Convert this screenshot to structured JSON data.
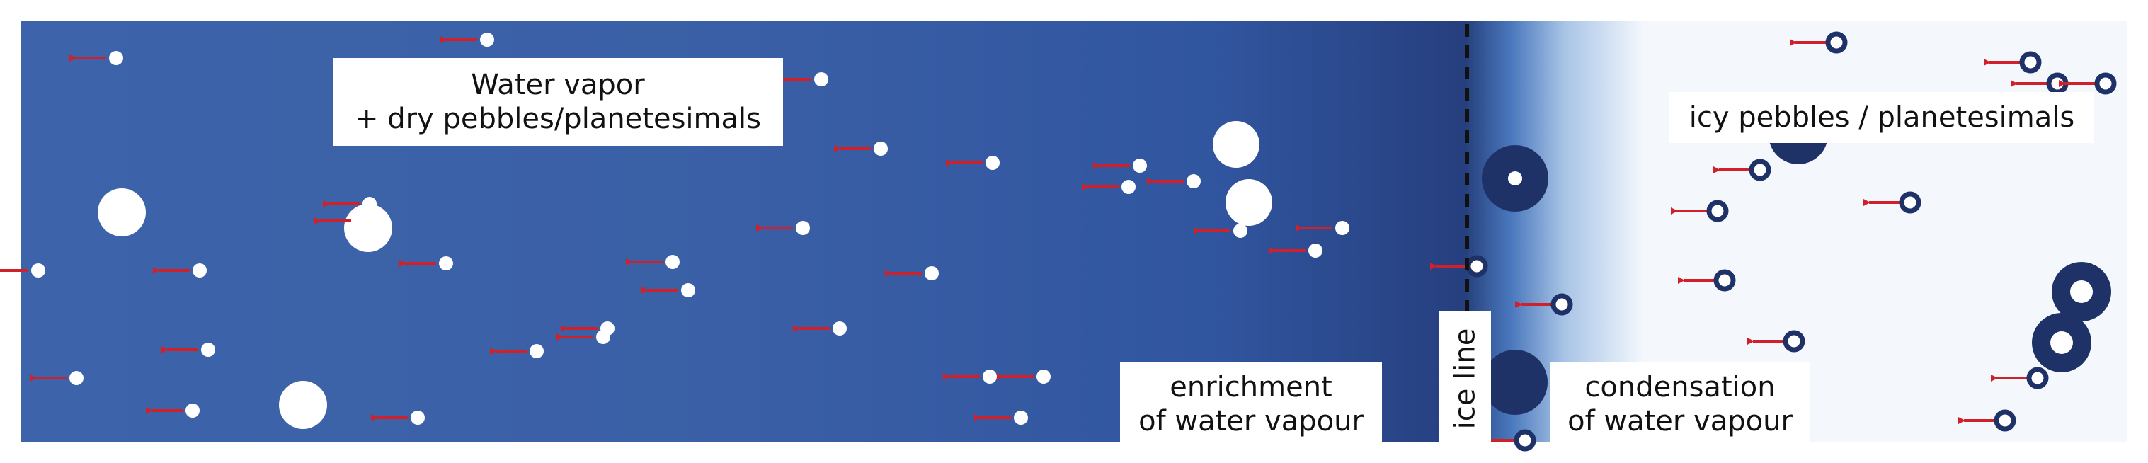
{
  "colors": {
    "warm_region": "#3a62a8",
    "warm_region_dark": "#26407e",
    "cold_region": "#f4f8fd",
    "arrow": "#d0202a",
    "pebble_dry": "#ffffff",
    "pebble_icy": "#1e3268",
    "ice_line": "#111111",
    "label_bg": "#ffffff"
  },
  "labels": {
    "warm_region_line1": "Water vapor",
    "warm_region_line2": "+ dry pebbles/planetesimals",
    "cold_region": "icy pebbles / planetesimals",
    "enrichment_line1": "enrichment",
    "enrichment_line2": "of water vapour",
    "condensation_line1": "condensation",
    "condensation_line2": "of water vapour",
    "ice_line": "ice line"
  },
  "legend_semantics": {
    "arrow_direction": "inward (leftward) radial drift",
    "dry_particle": "white filled circle",
    "icy_particle": "dark ring"
  }
}
